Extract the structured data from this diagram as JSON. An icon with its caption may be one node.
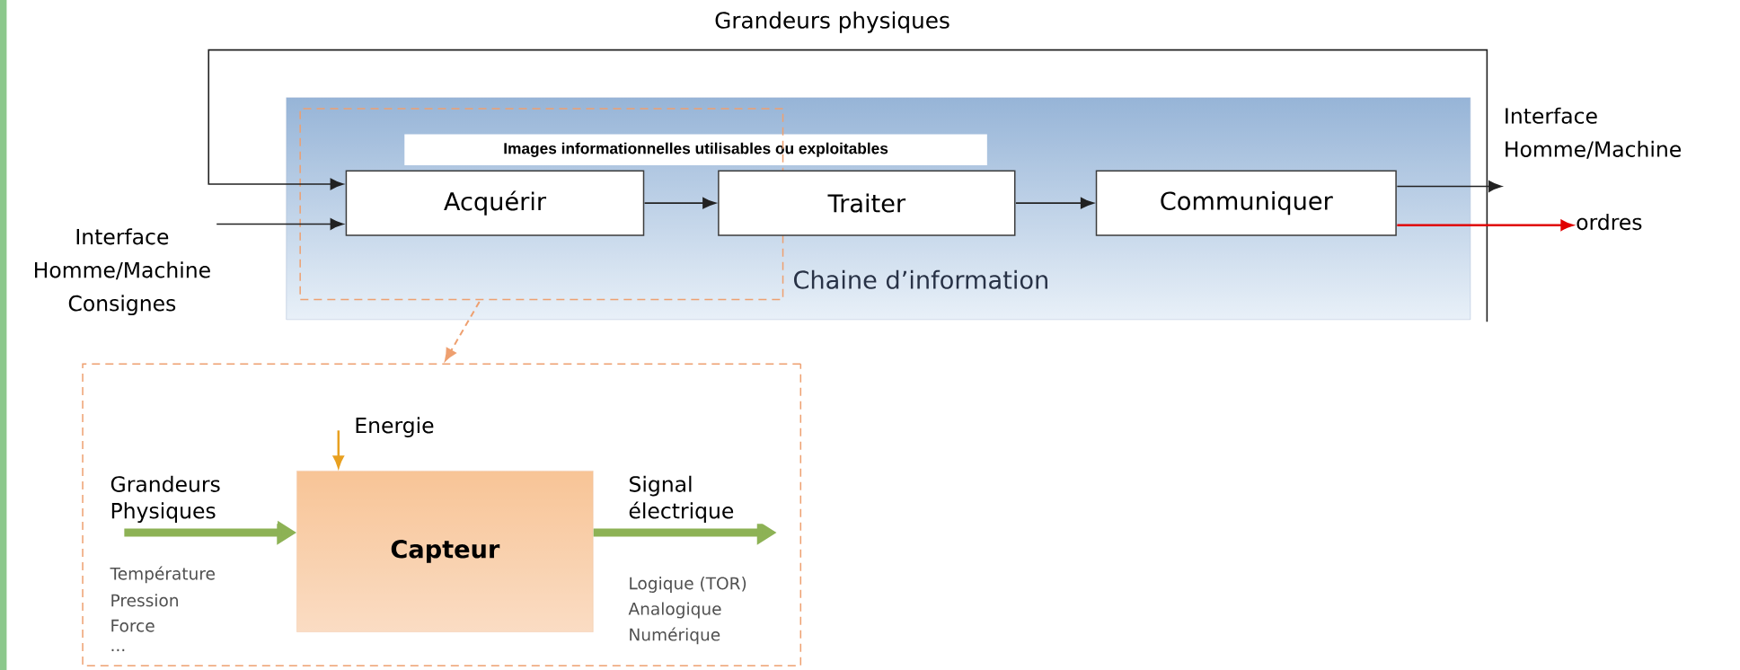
{
  "diagram": {
    "nodes": [
      {
        "text": [
          "Chaine d’information"
        ]
      },
      {
        "text": [
          "Images informationnelles utilisables ou exploitables"
        ],
        "in": 0
      },
      {
        "text": [],
        "shape": "box",
        "in": 0
      },
      {
        "text": [
          "Acquérir"
        ],
        "in": 2
      },
      {
        "text": [
          "Traiter"
        ],
        "in": 0
      },
      {
        "text": [
          "Communiquer"
        ],
        "in": 0
      },
      {
        "text": [],
        "shape": "box"
      },
      {
        "text": [
          "Capteur"
        ],
        "in": 6
      },
      {
        "text": [
          "Interface Homme/Machine Consignes"
        ]
      },
      {
        "text": [
          "Interface Homme/Machine"
        ]
      },
      {
        "text": [
          "ordres"
        ]
      }
    ],
    "edges": [
      {
        "from": 3,
        "to": 4,
        "arrow": "to"
      },
      {
        "from": 4,
        "to": 5,
        "arrow": "to"
      },
      {
        "from": 8,
        "to": 3,
        "arrow": "to"
      },
      {
        "from": null,
        "to": 3,
        "arrow": "to",
        "label": "Grandeurs physiques"
      },
      {
        "from": 5,
        "to": 9,
        "arrow": "to"
      },
      {
        "from": 5,
        "to": 10,
        "arrow": "to",
        "color": "#e00000"
      },
      {
        "from": 2,
        "to": 6,
        "arrow": "to",
        "style": "dashed",
        "color": "#eea070"
      },
      {
        "from": null,
        "to": 7,
        "arrow": "to",
        "label": "Energie",
        "color": "#e8a020"
      },
      {
        "from": null,
        "to": 7,
        "arrow": "to",
        "label": "Grandeurs Physiques",
        "style": "thick",
        "color": "#8db255"
      },
      {
        "from": 7,
        "to": null,
        "arrow": "to",
        "label": "Signal électrique",
        "style": "thick",
        "color": "#8db255"
      }
    ],
    "labels": [
      "Température",
      "Pression",
      "Force",
      "...",
      "Logique (TOR)",
      "Analogique",
      "Numérique"
    ]
  }
}
